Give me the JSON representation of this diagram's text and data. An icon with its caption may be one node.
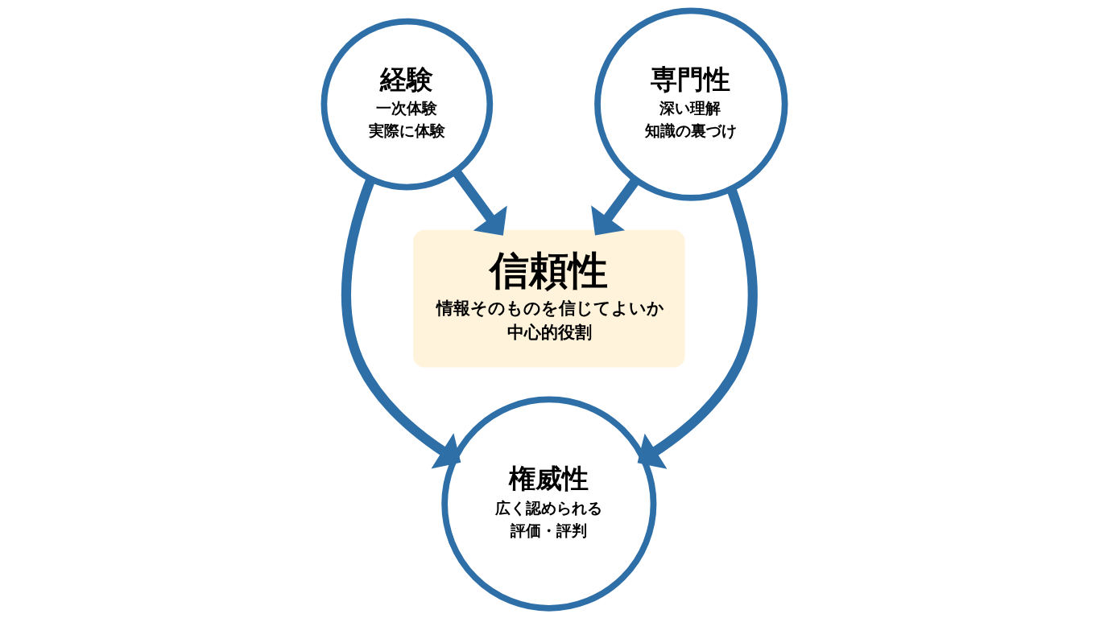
{
  "diagram": {
    "nodes": [
      {
        "text": [
          "経験",
          "一次体験",
          "実際に体験"
        ]
      },
      {
        "text": [
          "信頼性",
          "情報そのものを信じてよいか",
          "中心的役割"
        ]
      },
      {
        "text": [
          "専門性",
          "深い理解",
          "知識の裏づけ"
        ]
      },
      {
        "text": [
          "権威性",
          "広く認められる",
          "評価・評判"
        ]
      }
    ],
    "edges": [
      {
        "from": 0,
        "to": 1,
        "arrow": "to"
      },
      {
        "from": 2,
        "to": 1,
        "arrow": "to"
      },
      {
        "from": 0,
        "to": 3,
        "arrow": "to"
      },
      {
        "from": 2,
        "to": 3,
        "arrow": "to"
      }
    ]
  }
}
